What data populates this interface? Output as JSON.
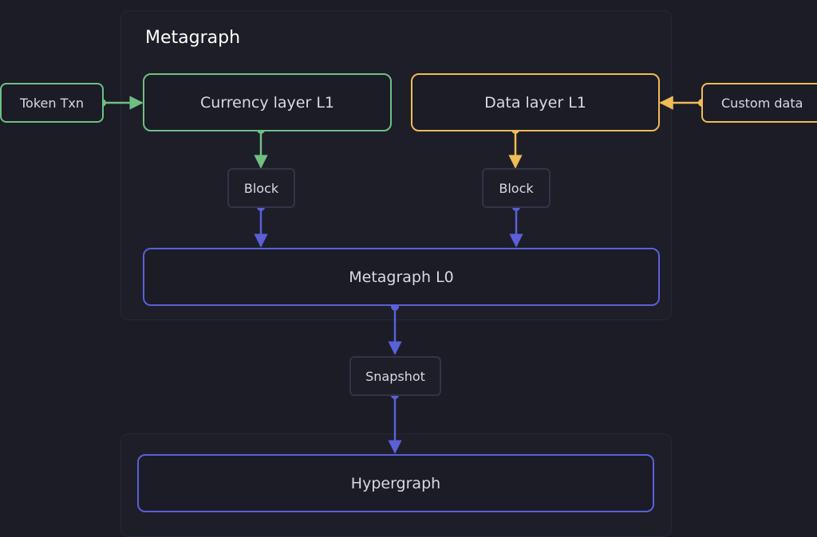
{
  "diagram": {
    "groups": {
      "metagraph": {
        "title": "Metagraph"
      },
      "hypergraph_group": {
        "title": ""
      }
    },
    "nodes": {
      "token_txn": "Token Txn",
      "currency_layer": "Currency layer L1",
      "data_layer": "Data layer L1",
      "custom_data": "Custom data",
      "block_left": "Block",
      "block_right": "Block",
      "metagraph_l0": "Metagraph L0",
      "snapshot": "Snapshot",
      "hypergraph": "Hypergraph"
    },
    "colors": {
      "background": "#1b1c26",
      "green": "#6fbf82",
      "yellow": "#f0bc55",
      "blue": "#5a60d8",
      "group_border": "#262836"
    },
    "edges": [
      {
        "from": "Token Txn",
        "to": "Currency layer L1",
        "color": "green"
      },
      {
        "from": "Custom data",
        "to": "Data layer L1",
        "color": "yellow"
      },
      {
        "from": "Currency layer L1",
        "to": "Block",
        "color": "green"
      },
      {
        "from": "Data layer L1",
        "to": "Block",
        "color": "yellow"
      },
      {
        "from": "Block",
        "to": "Metagraph L0",
        "color": "blue"
      },
      {
        "from": "Block",
        "to": "Metagraph L0",
        "color": "blue"
      },
      {
        "from": "Metagraph L0",
        "to": "Snapshot",
        "color": "blue"
      },
      {
        "from": "Snapshot",
        "to": "Hypergraph",
        "color": "blue"
      }
    ]
  }
}
